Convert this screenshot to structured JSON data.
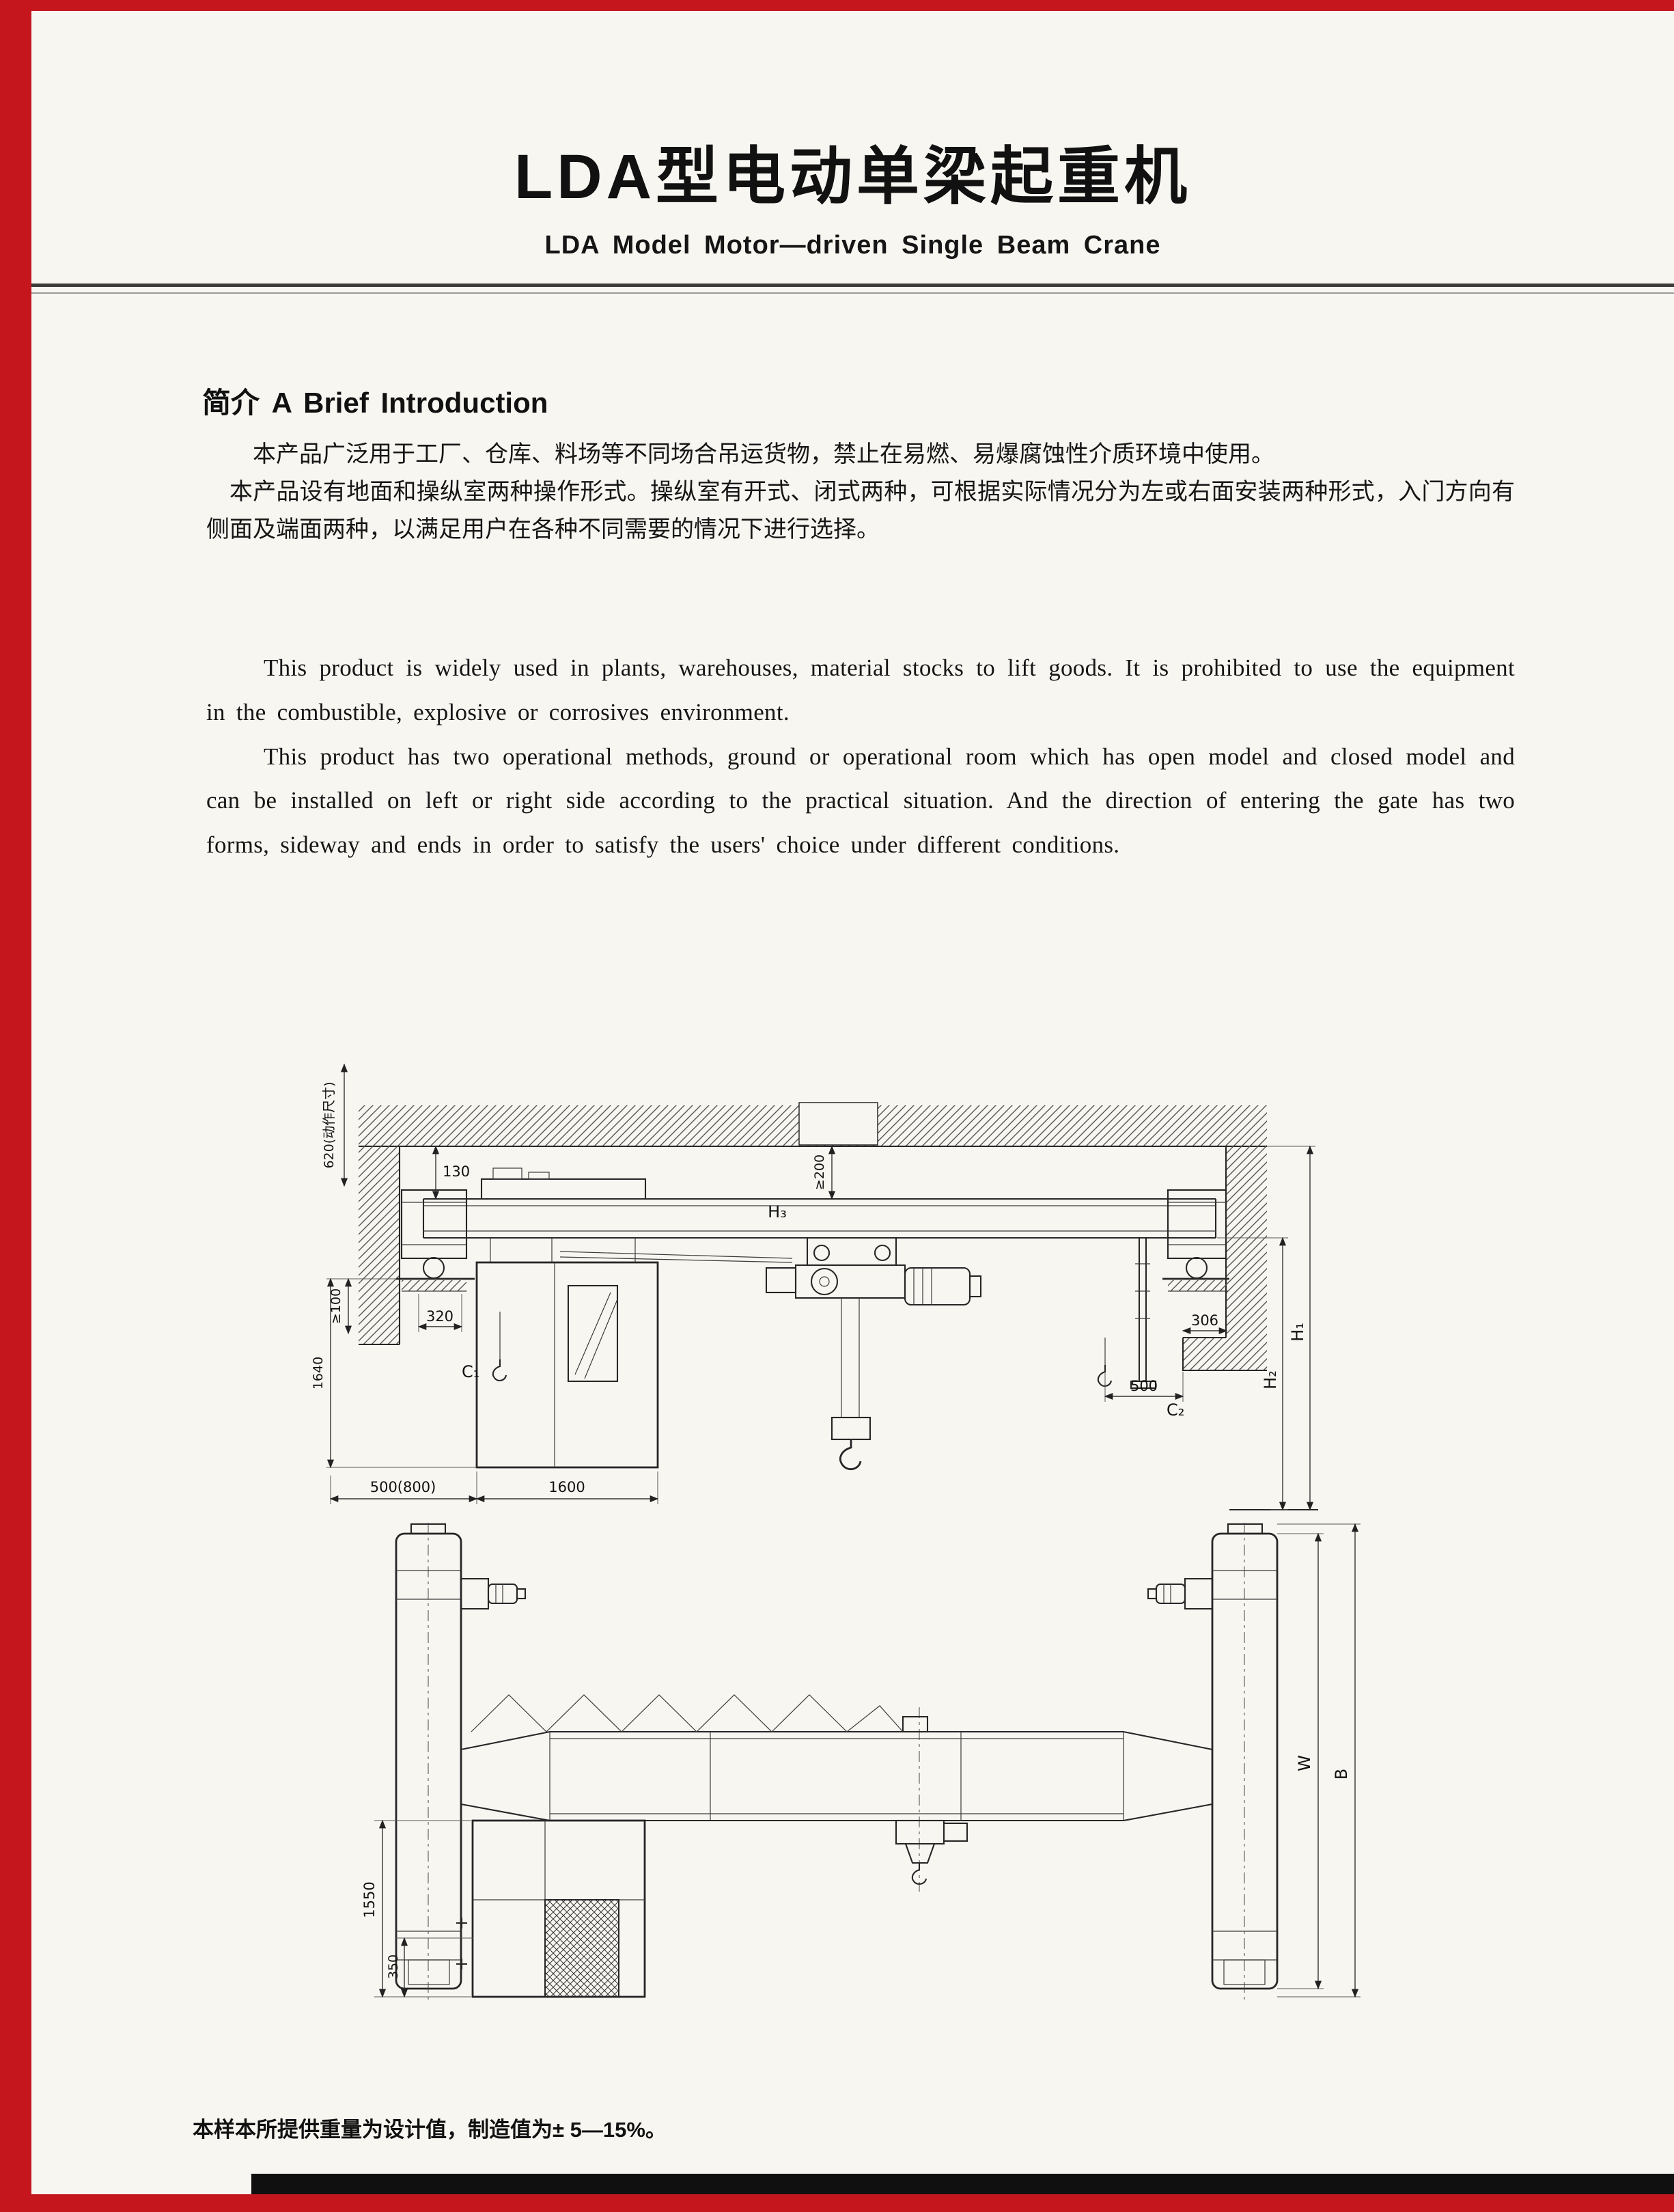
{
  "page": {
    "title_cn": "LDA型电动单梁起重机",
    "title_en": "LDA Model Motor—driven Single Beam Crane",
    "intro": {
      "heading": "简介 A Brief Introduction",
      "cn_paragraphs": [
        "本产品广泛用于工厂、仓库、料场等不同场合吊运货物，禁止在易燃、易爆腐蚀性介质环境中使用。",
        "本产品设有地面和操纵室两种操作形式。操纵室有开式、闭式两种，可根据实际情况分为左或右面安装两种形式，入门方向有侧面及端面两种，以满足用户在各种不同需要的情况下进行选择。"
      ],
      "en_paragraphs": [
        "This product is widely used in plants, warehouses, material stocks to lift goods. It is prohibited to use the equipment in the combustible, explosive or corrosives environment.",
        "This product has two operational methods, ground or operational room which has open model and closed model and can be installed on left or right side according to the practical situation. And the direction of entering the gate has two forms, sideway and ends in order to satisfy the users' choice under different conditions."
      ]
    },
    "footer_note": "本样本所提供重量为设计值，制造值为± 5—15%。"
  },
  "diagram": {
    "front_view": {
      "labels": {
        "dim_620": "620(动作尺寸)",
        "dim_130": "130",
        "dim_ge200": "≥200",
        "h3": "H₃",
        "dim_ge100": "≥100",
        "dim_1640": "1640",
        "dim_320": "320",
        "c1": "C₁",
        "dim_306": "306",
        "dim_500": "500",
        "c2": "C₂",
        "h2": "H₂",
        "h1": "H₁",
        "dim_500_800": "500(800)",
        "dim_1600": "1600"
      }
    },
    "end_view": {
      "labels": {
        "dim_1550": "1550",
        "dim_350": "350",
        "w": "W",
        "b": "B"
      }
    }
  },
  "colors": {
    "accent_red": "#c5161d",
    "paper": "#f8f6f1",
    "ink": "#1a1a1a"
  }
}
